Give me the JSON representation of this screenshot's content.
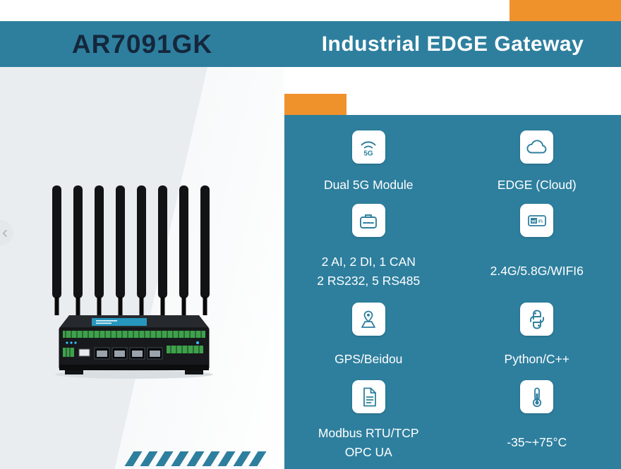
{
  "header": {
    "model": "AR7091GK",
    "title": "Industrial EDGE Gateway"
  },
  "carousel": {
    "prev_glyph": "‹"
  },
  "colors": {
    "teal": "#2e7f9e",
    "orange": "#f0922c",
    "model_text": "#15273c",
    "panel_text": "#ffffff"
  },
  "features": [
    {
      "icon": "signal-5g-icon",
      "line1": "Dual 5G Module",
      "line2": ""
    },
    {
      "icon": "cloud-icon",
      "line1": "EDGE (Cloud)",
      "line2": ""
    },
    {
      "icon": "io-ports-icon",
      "line1": "2 AI, 2 DI, 1 CAN",
      "line2": "2 RS232, 5 RS485"
    },
    {
      "icon": "wifi-badge-icon",
      "line1": "2.4G/5.8G/WIFI6",
      "line2": ""
    },
    {
      "icon": "gps-pin-icon",
      "line1": "GPS/Beidou",
      "line2": ""
    },
    {
      "icon": "python-icon",
      "line1": "Python/C++",
      "line2": ""
    },
    {
      "icon": "document-icon",
      "line1": "Modbus RTU/TCP",
      "line2": "OPC UA"
    },
    {
      "icon": "thermometer-icon",
      "line1": "-35~+75°C",
      "line2": ""
    }
  ]
}
